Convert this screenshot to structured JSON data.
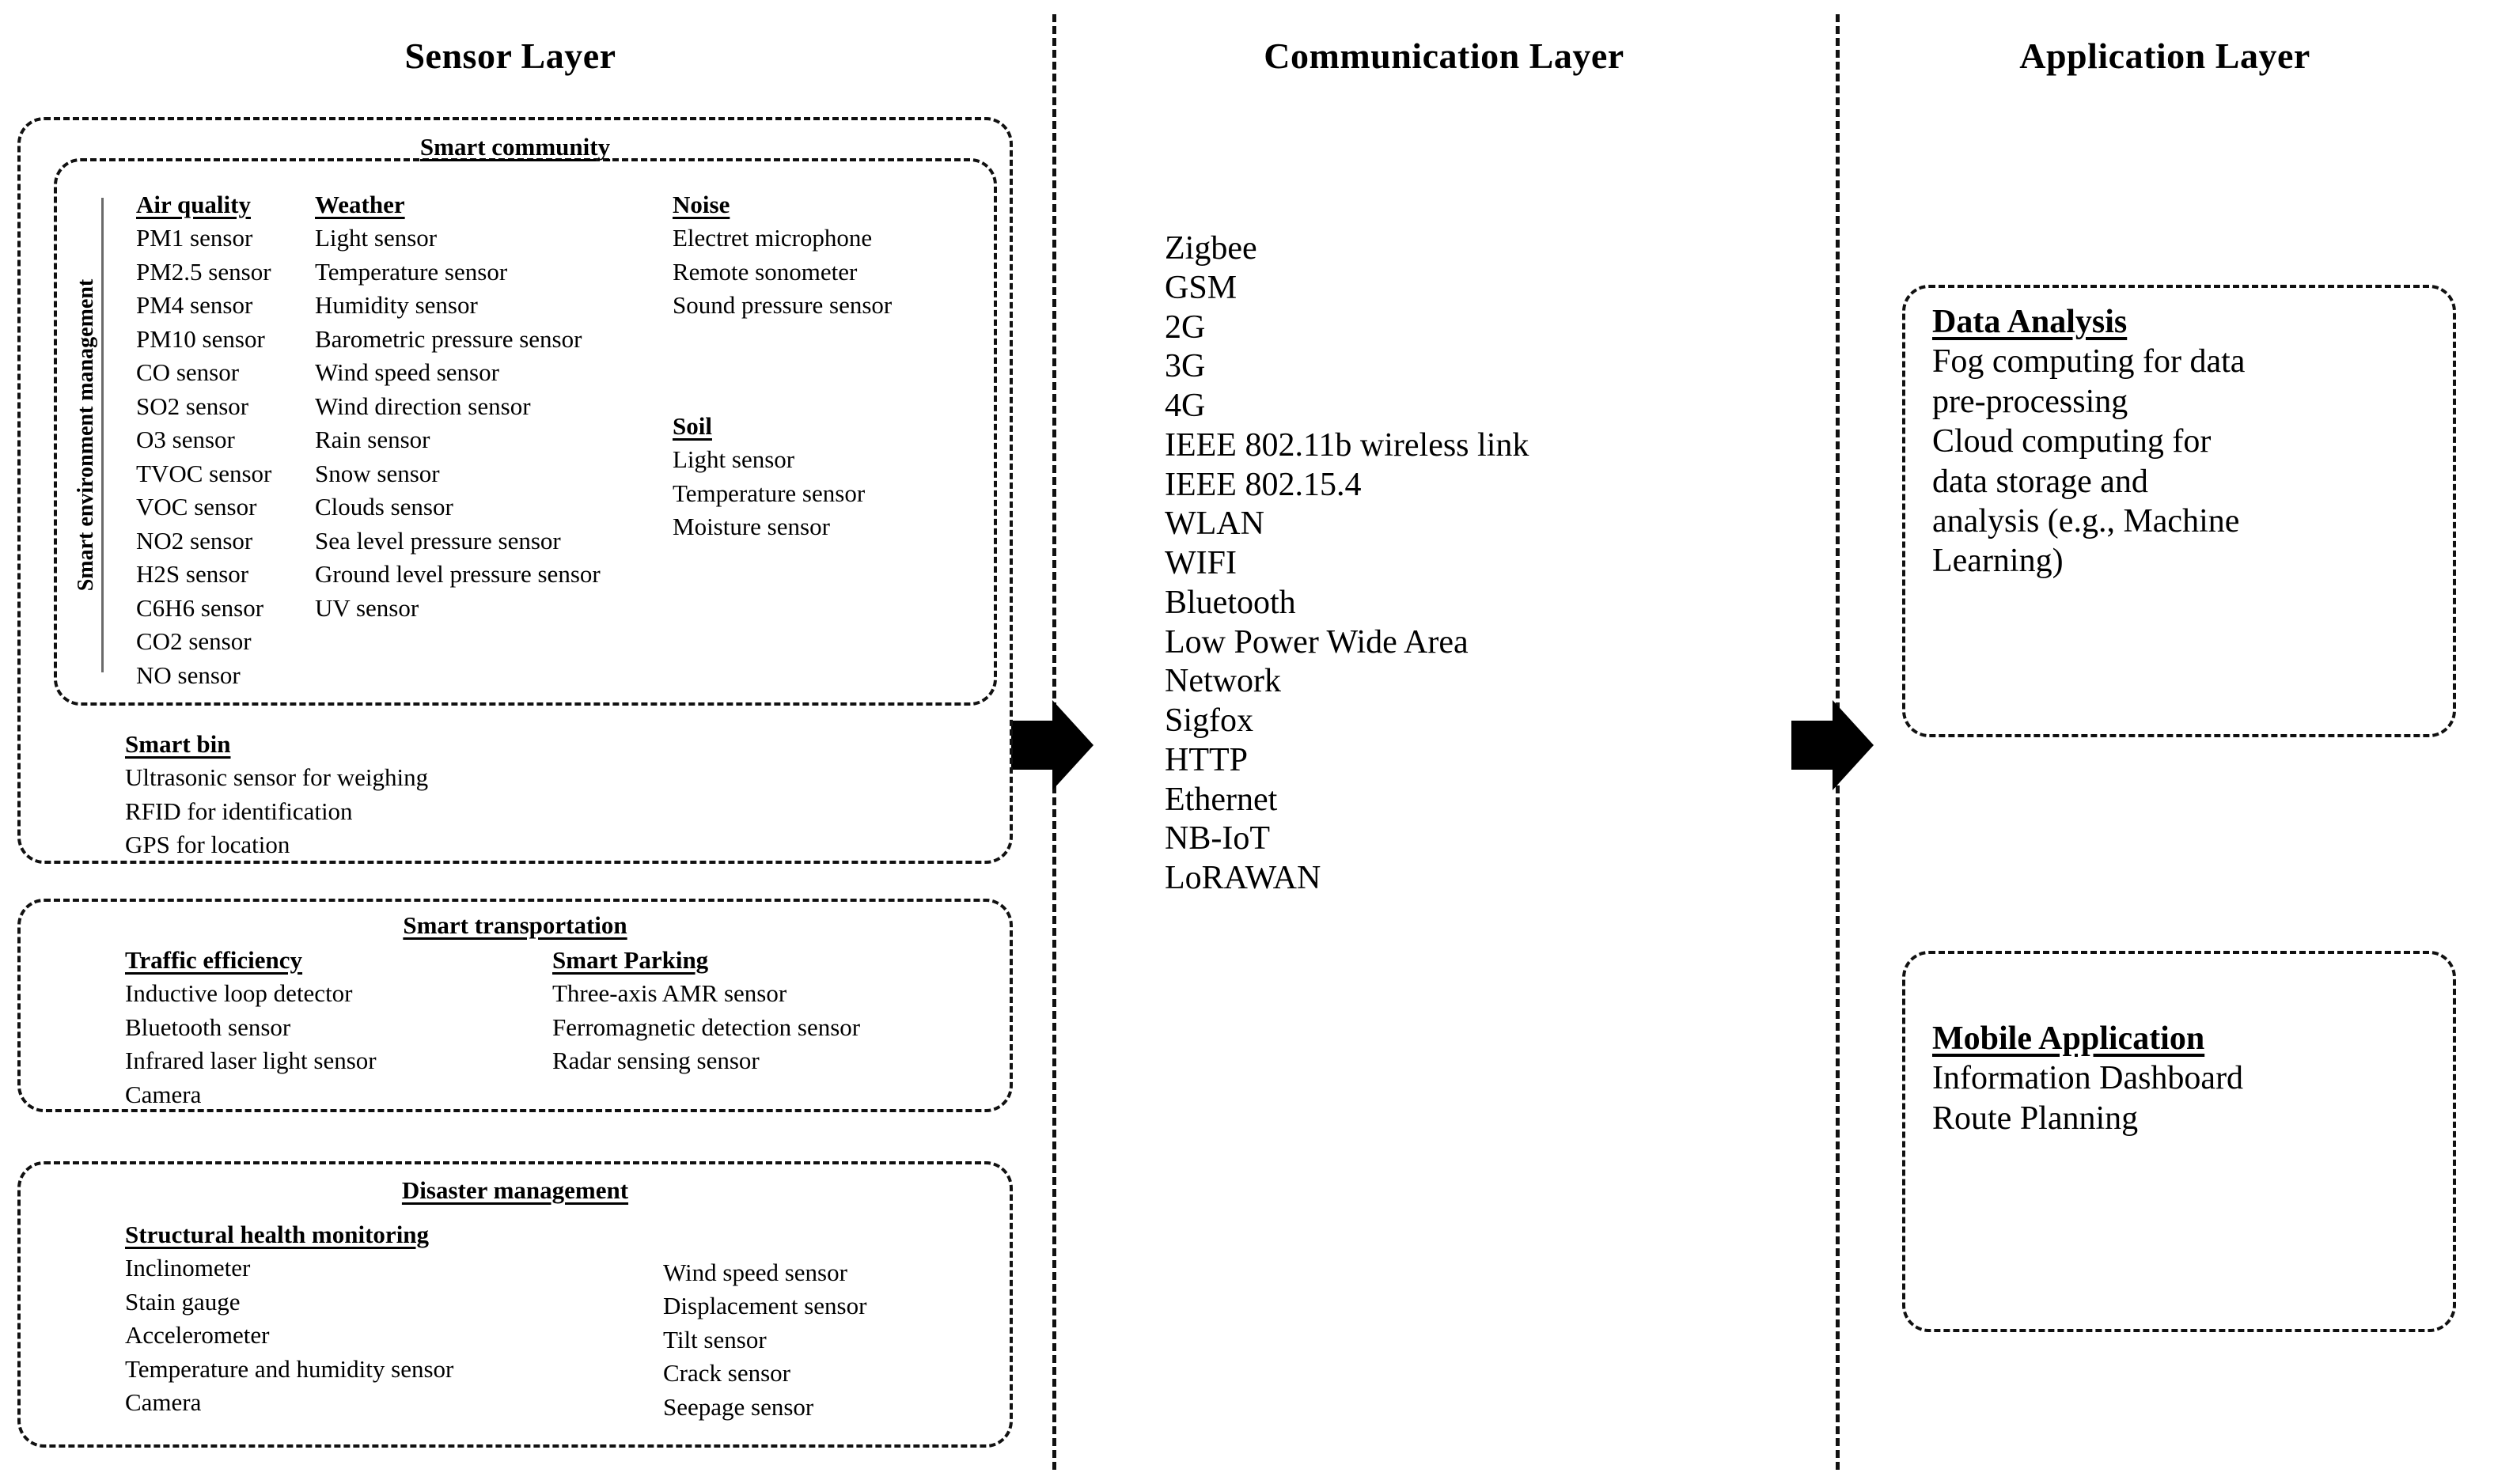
{
  "layers": {
    "sensor": {
      "title": "Sensor Layer"
    },
    "communication": {
      "title": "Communication Layer"
    },
    "application": {
      "title": "Application Layer"
    }
  },
  "sensor_layer": {
    "smart_community": {
      "label": "Smart community",
      "smart_environment_management": {
        "vertical_label": "Smart environment management",
        "columns": [
          {
            "heading": "Air quality",
            "items": [
              "PM1 sensor",
              "PM2.5 sensor",
              "PM4 sensor",
              "PM10 sensor",
              "CO sensor",
              "SO2 sensor",
              "O3 sensor",
              "TVOC sensor",
              "VOC sensor",
              "NO2 sensor",
              "H2S sensor",
              "C6H6 sensor",
              "CO2 sensor",
              "NO sensor"
            ]
          },
          {
            "heading": "Weather",
            "items": [
              "Light sensor",
              "Temperature sensor",
              "Humidity sensor",
              "Barometric pressure sensor",
              "Wind speed sensor",
              "Wind direction sensor",
              "Rain sensor",
              "Snow sensor",
              "Clouds sensor",
              "Sea level pressure sensor",
              "Ground level pressure sensor",
              "UV sensor"
            ]
          },
          {
            "heading": "Noise",
            "items": [
              "Electret microphone",
              "Remote sonometer",
              "Sound pressure sensor"
            ]
          },
          {
            "heading": "Soil",
            "items": [
              "Light sensor",
              "Temperature sensor",
              "Moisture sensor"
            ]
          }
        ]
      },
      "smart_bin": {
        "heading": "Smart bin",
        "items": [
          "Ultrasonic sensor for weighing",
          "RFID for identification",
          "GPS for location"
        ]
      }
    },
    "smart_transportation": {
      "label": "Smart transportation",
      "columns": [
        {
          "heading": "Traffic efficiency",
          "items": [
            "Inductive loop detector",
            "Bluetooth sensor",
            "Infrared laser light sensor",
            "Camera"
          ]
        },
        {
          "heading": "Smart Parking",
          "items": [
            "Three-axis AMR sensor",
            "Ferromagnetic detection sensor",
            "Radar sensing sensor"
          ]
        }
      ]
    },
    "disaster_management": {
      "label": "Disaster management",
      "columns": [
        {
          "heading": "Structural health monitoring",
          "items": [
            "Inclinometer",
            "Stain gauge",
            "Accelerometer",
            "Temperature and humidity sensor",
            "Camera"
          ]
        },
        {
          "heading": "",
          "items": [
            "Wind speed sensor",
            "Displacement sensor",
            "Tilt sensor",
            "Crack sensor",
            "Seepage sensor"
          ]
        }
      ]
    }
  },
  "communication_layer": {
    "technologies": [
      "Zigbee",
      "GSM",
      "2G",
      "3G",
      "4G",
      "IEEE 802.11b wireless link",
      "IEEE 802.15.4",
      "WLAN",
      "WIFI",
      "Bluetooth",
      "Low Power Wide Area",
      "Network",
      "Sigfox",
      "HTTP",
      "Ethernet",
      "NB-IoT",
      "LoRAWAN"
    ]
  },
  "application_layer": {
    "data_analysis": {
      "heading": "Data Analysis",
      "items": [
        "Fog computing for data",
        "pre-processing",
        "Cloud computing for",
        "data storage and",
        "analysis (e.g., Machine",
        "Learning)"
      ]
    },
    "mobile_application": {
      "heading": "Mobile Application",
      "items": [
        "Information Dashboard",
        "Route Planning"
      ]
    }
  },
  "flow": {
    "arrow_sensor_to_communication": "arrow-right",
    "arrow_communication_to_application": "arrow-right"
  },
  "colors": {
    "line": "#111111",
    "text": "#000000",
    "background": "#ffffff",
    "rule": "#6a6a6a"
  }
}
